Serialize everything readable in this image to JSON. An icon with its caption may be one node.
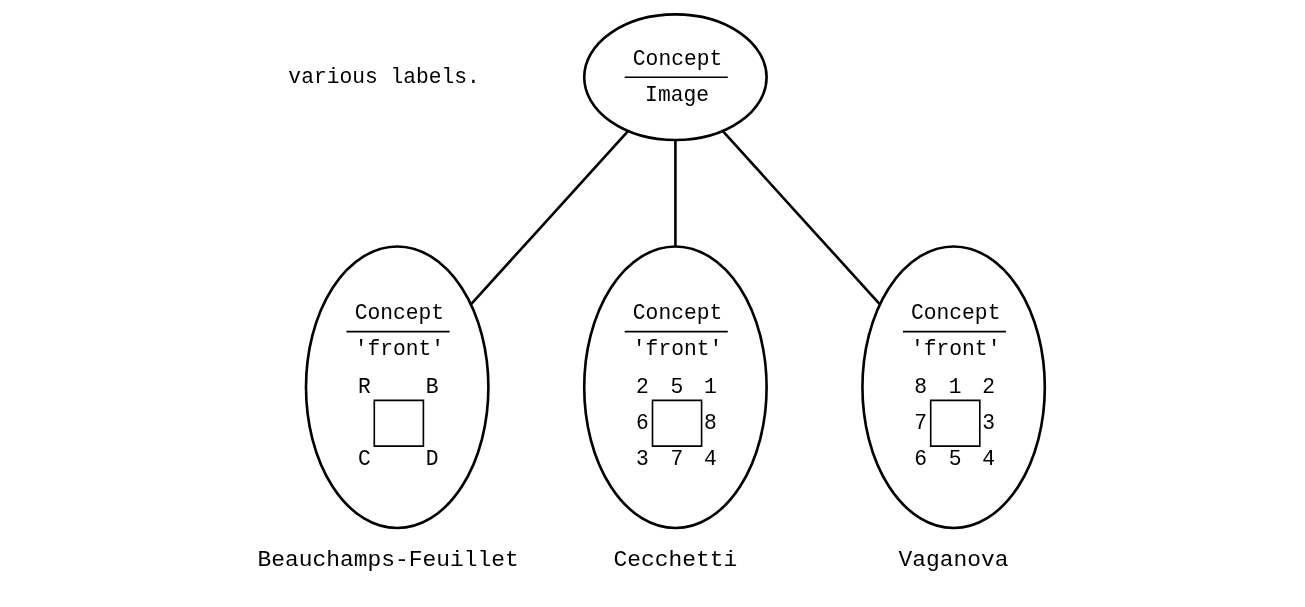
{
  "diagram": {
    "nodes": [
      {
        "text": [
          "Concept",
          "Image"
        ]
      },
      {
        "text": [
          "Concept",
          "'front'",
          "R",
          "B",
          "C",
          "D"
        ],
        "beside": [
          "Beauchamps-Feuillet"
        ]
      },
      {
        "text": [
          "Concept",
          "'front'",
          "2",
          "5",
          "1",
          "6",
          "8",
          "3",
          "7",
          "4"
        ],
        "beside": [
          "Cecchetti"
        ]
      },
      {
        "text": [
          "Concept",
          "'front'",
          "8",
          "1",
          "2",
          "7",
          "3",
          "6",
          "5",
          "4"
        ],
        "beside": [
          "Vaganova"
        ]
      }
    ],
    "edges": [
      {
        "from": 0,
        "to": 1,
        "arrow": "none"
      },
      {
        "from": 0,
        "to": 2,
        "arrow": "none"
      },
      {
        "from": 0,
        "to": 3,
        "arrow": "none"
      }
    ],
    "labels": [
      "various labels."
    ]
  }
}
